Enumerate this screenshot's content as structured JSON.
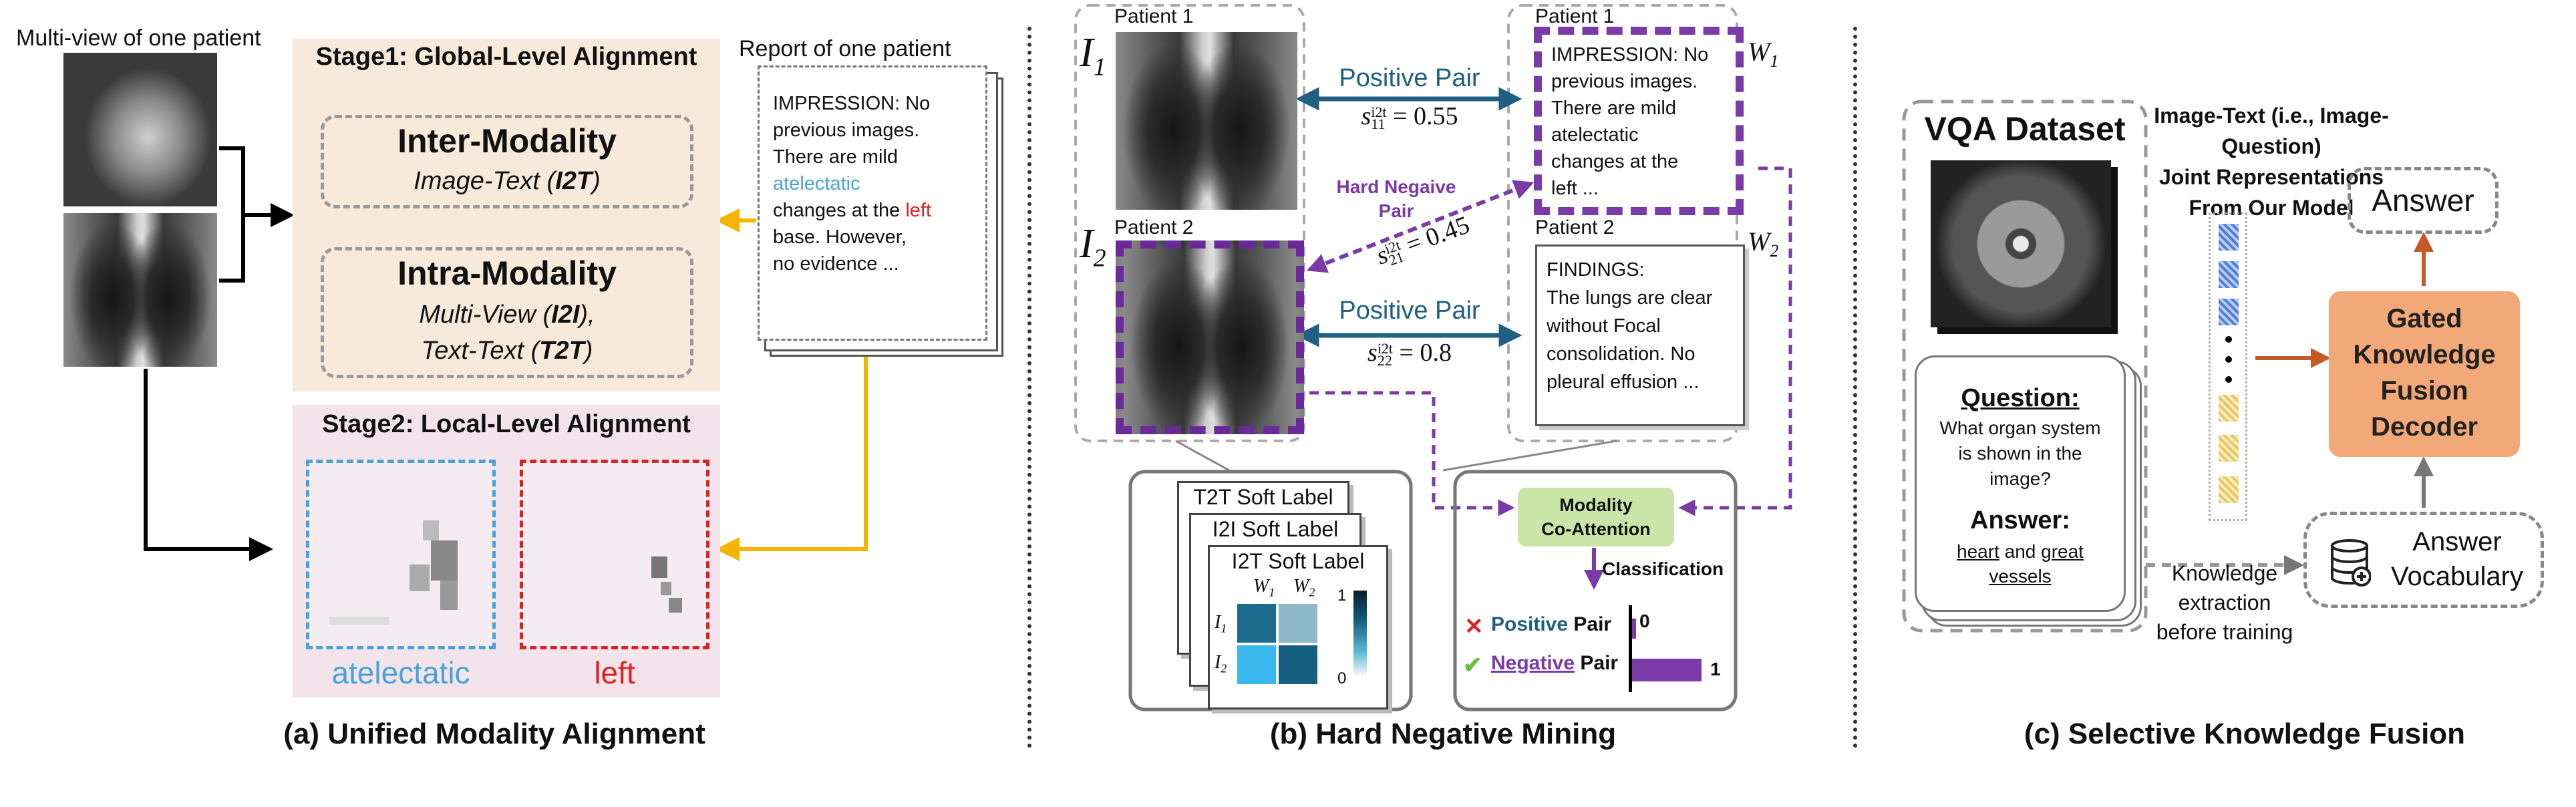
{
  "panel_a": {
    "multiview_label": "Multi-view of one patient",
    "report_label": "Report of one patient",
    "report_lines": [
      "IMPRESSION: No",
      "previous images.",
      "There are mild"
    ],
    "report_word_atelectatic": "atelectatic",
    "report_changes": "changes at the ",
    "report_word_left": "left",
    "report_tail": [
      "base. However,",
      "no evidence ..."
    ],
    "stage1_title": "Stage1: Global-Level Alignment",
    "inter_title": "Inter-Modality",
    "inter_sub_a": "Image-Text (",
    "inter_sub_b": "I2T",
    "inter_sub_c": ")",
    "intra_title": "Intra-Modality",
    "intra_sub1_a": "Multi-View (",
    "intra_sub1_b": "I2I",
    "intra_sub1_c": "),",
    "intra_sub2_a": "Text-Text (",
    "intra_sub2_b": "T2T",
    "intra_sub2_c": ")",
    "stage2_title": "Stage2: Local-Level Alignment",
    "word_atelectatic": "atelectatic",
    "word_left": "left",
    "caption": "(a) Unified Modality Alignment"
  },
  "panel_b": {
    "i1": "I",
    "i1_sub": "1",
    "i2": "I",
    "i2_sub": "2",
    "patient1_img": "Patient 1",
    "patient2_img": "Patient 2",
    "patient1_txt": "Patient 1",
    "patient2_txt": "Patient 2",
    "w1": "W",
    "w1_sub": "1",
    "w2": "W",
    "w2_sub": "2",
    "positive_pair_1": "Positive Pair",
    "s11": "s",
    "s11_sup": "i2t",
    "s11_sub": "11",
    "s11_val": " = 0.55",
    "hard_negative": [
      "Hard Negaive",
      "Pair"
    ],
    "s21": "s",
    "s21_sup": "i2t",
    "s21_sub": "21",
    "s21_val": " = 0.45",
    "positive_pair_2": "Positive Pair",
    "s22": "s",
    "s22_sup": "i2t",
    "s22_sub": "22",
    "s22_val": " = 0.8",
    "report1": [
      "IMPRESSION: No",
      "previous images.",
      "There are mild",
      "atelectatic",
      "changes at the",
      "left ..."
    ],
    "report2": [
      "FINDINGS:",
      "The lungs are clear",
      "without Focal",
      "consolidation.  No",
      "pleural effusion ..."
    ],
    "t2t_label": "T2T Soft Label",
    "i2i_label": "I2I Soft Label",
    "i2t_label": "I2T Soft Label",
    "matrix_w1": "W",
    "matrix_w1_sub": "1",
    "matrix_w2": "W",
    "matrix_w2_sub": "2",
    "matrix_i1": "I",
    "matrix_i1_sub": "1",
    "matrix_i2": "I",
    "matrix_i2_sub": "2",
    "colorbar_max": "1",
    "colorbar_min": "0",
    "coattn_lines": [
      "Modality",
      "Co-Attention"
    ],
    "classification": "Classification",
    "pos_word": "Positive",
    "pos_pair": " Pair",
    "neg_word": "Negative",
    "neg_pair": " Pair",
    "bar_zero": "0",
    "bar_one": "1",
    "caption": "(b) Hard Negative Mining"
  },
  "panel_c": {
    "vqa_title": "VQA Dataset",
    "question_label": "Question:",
    "question_text": [
      "What organ system",
      "is shown in the",
      "image?"
    ],
    "answer_label": "Answer:",
    "answer_heart": "heart",
    "answer_and": " and ",
    "answer_great": "great",
    "answer_vessels": "vessels",
    "joint_text": [
      "Image-Text (i.e., Image-Question)",
      "Joint Representations",
      "From Our Model"
    ],
    "answer_box": "Answer",
    "decoder_lines": [
      "Gated",
      "Knowledge",
      "Fusion",
      "Decoder"
    ],
    "vocab_lines": [
      "Answer",
      "Vocabulary"
    ],
    "extraction_lines": [
      "Knowledge",
      "extraction",
      "before training"
    ],
    "caption": "(c) Selective Knowledge Fusion"
  },
  "colors": {
    "stage1_bg": "#f7eadb",
    "stage2_bg": "#f2e4ea",
    "blue": "#4aa3d8",
    "red": "#e02020",
    "yellow": "#f4b400",
    "teal_arrow": "#1f5f82",
    "purple": "#7a3aa8",
    "green_box": "#c9e6a8",
    "decoder": "#f2a878",
    "decoder_arrow": "#c45a2a"
  }
}
